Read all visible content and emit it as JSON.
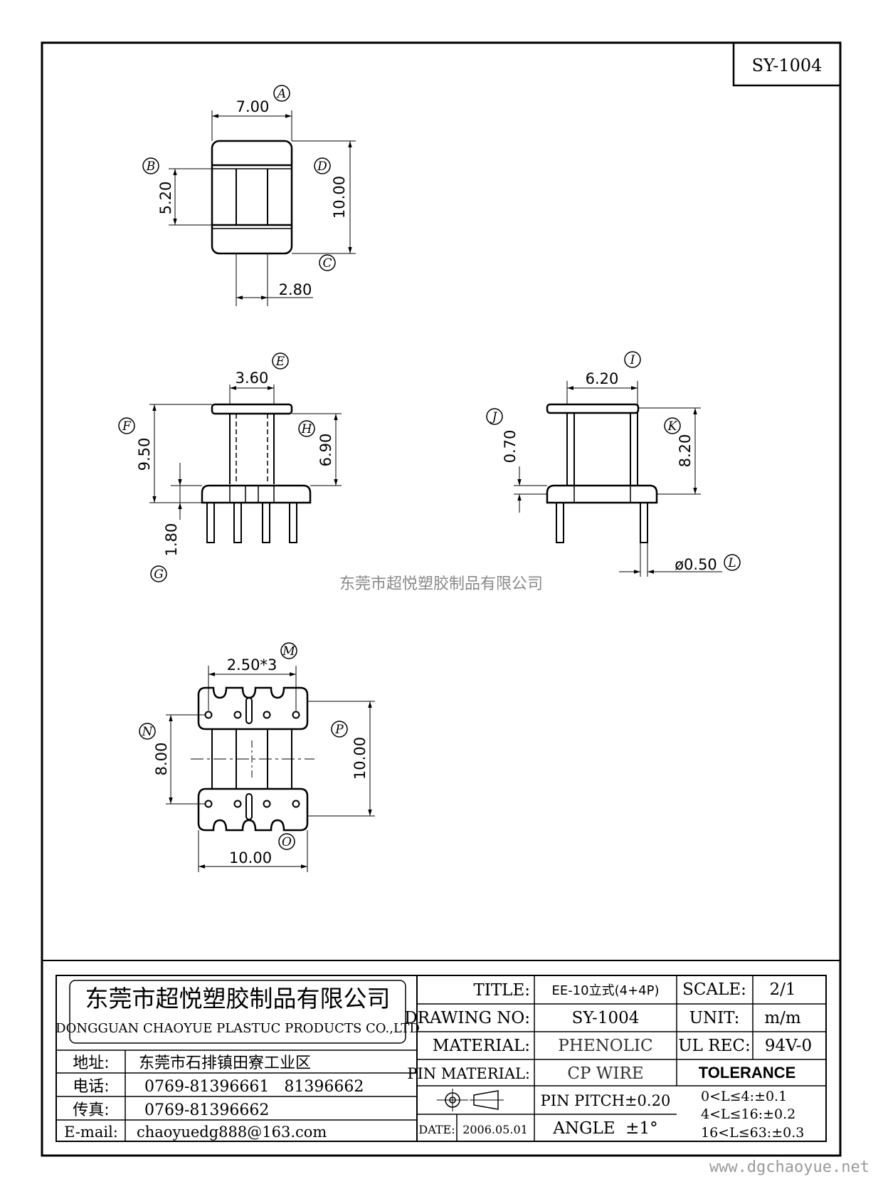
{
  "drawing_code": "SY-1004",
  "labels": {
    "A": "A",
    "B": "B",
    "C": "C",
    "D": "D",
    "E": "E",
    "F": "F",
    "G": "G",
    "H": "H",
    "I": "I",
    "J": "J",
    "K": "K",
    "L": "L",
    "M": "M",
    "N": "N",
    "O": "O",
    "P": "P"
  },
  "dims": {
    "A": "7.00",
    "B": "5.20",
    "C": "2.80",
    "D": "10.00",
    "E": "3.60",
    "F": "9.50",
    "G": "1.80",
    "H": "6.90",
    "I": "6.20",
    "J": "0.70",
    "K": "8.20",
    "L": "ø0.50",
    "M": "2.50*3",
    "N": "8.00",
    "O": "10.00",
    "P": "10.00"
  },
  "watermark": "东莞市超悦塑胶制品有限公司",
  "company": {
    "name_cn": "东莞市超悦塑胶制品有限公司",
    "name_en": "DONGGUAN CHAOYUE PLASTUC PRODUCTS CO.,LTD"
  },
  "contacts": [
    {
      "label": "地址:",
      "value": "东莞市石排镇田寮工业区"
    },
    {
      "label": "电话:",
      "value": "0769-81396661   81396662"
    },
    {
      "label": "传真:",
      "value": "0769-81396662"
    },
    {
      "label": "E-mail:",
      "value": "chaoyuedg888@163.com"
    }
  ],
  "titleblock": {
    "title_label": "TITLE:",
    "title_value": "EE-10立式(4+4P)",
    "drawing_no_label": "DRAWING NO:",
    "drawing_no_value": "SY-1004",
    "material_label": "MATERIAL:",
    "material_value": "PHENOLIC",
    "pin_material_label": "PIN MATERIAL:",
    "pin_material_value": "CP WIRE",
    "pin_pitch": "PIN PITCH±0.20",
    "angle": "ANGLE  ±1°",
    "date_label": "DATE:",
    "date_value": "2006.05.01",
    "scale_label": "SCALE:",
    "scale_value": "2/1",
    "unit_label": "UNIT:",
    "unit_value": "m/m",
    "ul_label": "UL REC:",
    "ul_value": "94V-0",
    "tolerance_label": "TOLERANCE",
    "tolerances": [
      "0<L≤4:±0.1",
      "4<L≤16:±0.2",
      "16<L≤63:±0.3"
    ]
  },
  "site": "www.dgchaoyue.net"
}
